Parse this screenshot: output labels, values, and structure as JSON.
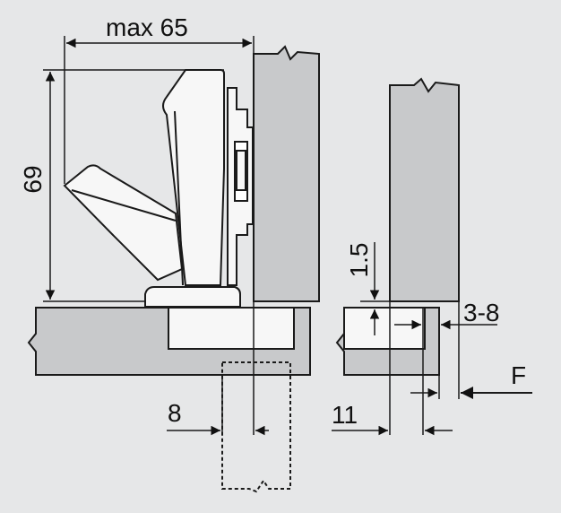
{
  "colors": {
    "background": "#e6e7e8",
    "part_fill": "#c8c9cb",
    "hinge_fill": "#f7f7f7",
    "line": "#1a1a1a"
  },
  "dimensions": {
    "max_width": "max 65",
    "height": "69",
    "door_gap": "1.5",
    "door_thickness": "3-8",
    "force": "F",
    "drill_offset": "8",
    "overlay": "11"
  }
}
